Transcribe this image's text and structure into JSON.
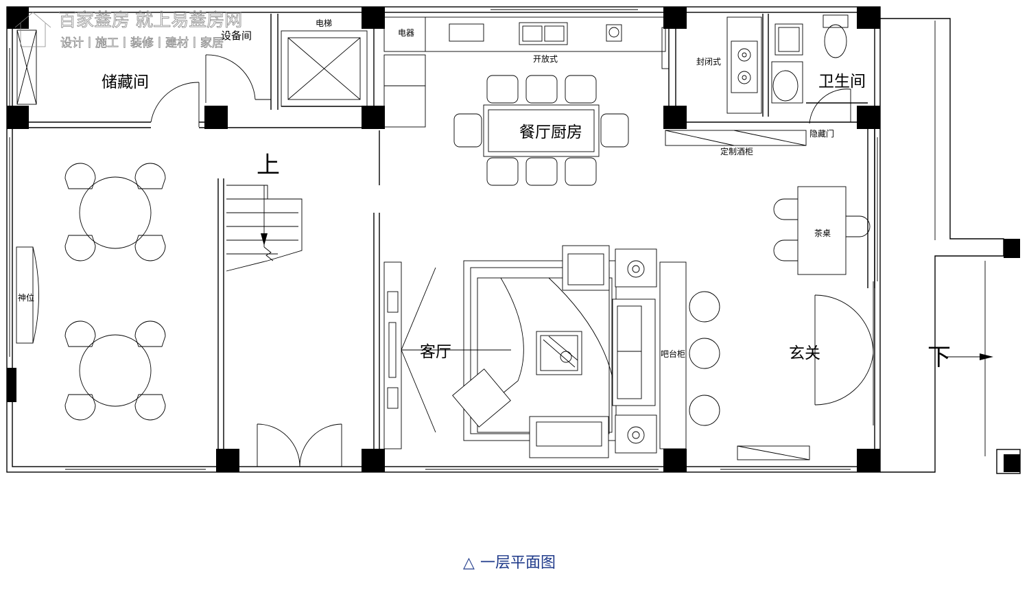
{
  "watermark": {
    "line1": "百家蓋房 就上易蓋房网",
    "line2": "设计丨施工丨装修丨建材丨家居"
  },
  "rooms": {
    "storage": "储藏间",
    "equipment": "设备间",
    "elevator": "电梯",
    "appliance": "电器",
    "open_kitchen": "开放式",
    "closed_kitchen": "封闭式",
    "bathroom": "卫生间",
    "dining_kitchen": "餐厅厨房",
    "wine_cabinet": "定制酒柜",
    "hidden_door": "隐藏门",
    "tea_table": "茶桌",
    "shrine": "神位",
    "living_room": "客厅",
    "bar_cabinet": "吧台柜",
    "entrance": "玄关",
    "stair_up": "上",
    "stair_down": "下"
  },
  "caption": {
    "symbol": "△",
    "text": "一层平面图",
    "color": "#1f3a8a"
  }
}
